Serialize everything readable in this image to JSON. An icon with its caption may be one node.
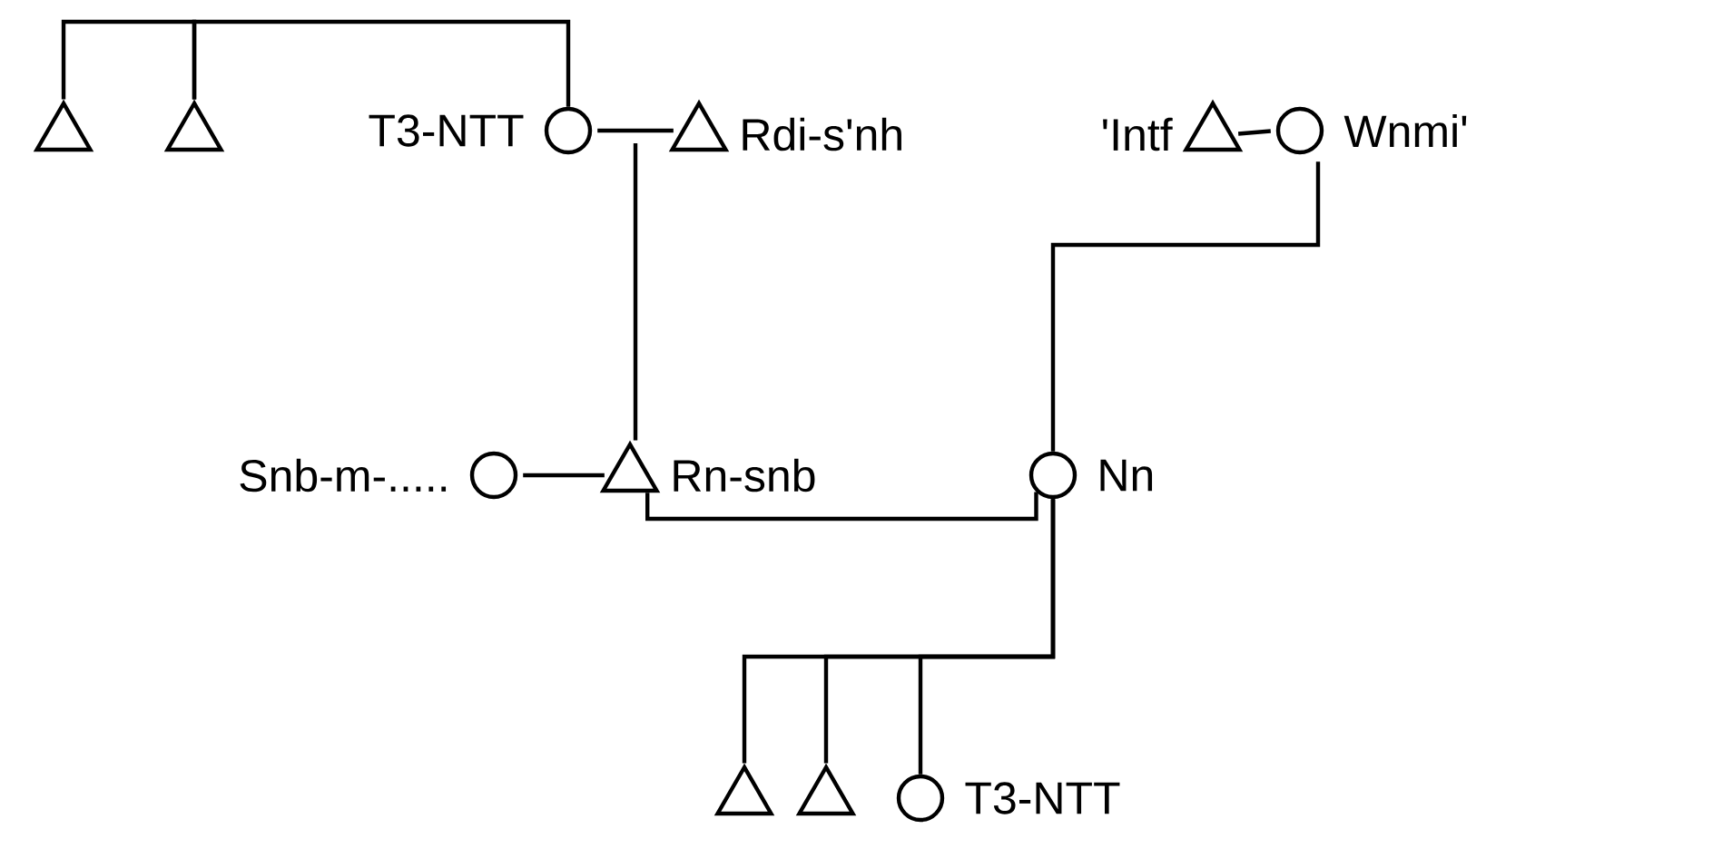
{
  "diagram": {
    "nodes": [
      {
        "text": [],
        "shape": "triangle"
      },
      {
        "text": [],
        "shape": "triangle"
      },
      {
        "text": [],
        "shape": "circle",
        "beside": [
          "T3-NTT"
        ]
      },
      {
        "text": [],
        "shape": "triangle",
        "beside": [
          "Rdi-s'nh"
        ]
      },
      {
        "text": [],
        "shape": "triangle",
        "beside": [
          "'Intf"
        ]
      },
      {
        "text": [],
        "shape": "circle",
        "beside": [
          "Wnmi'"
        ]
      },
      {
        "text": [],
        "shape": "circle",
        "beside": [
          "Snb-m-....."
        ]
      },
      {
        "text": [],
        "shape": "triangle",
        "beside": [
          "Rn-snb"
        ]
      },
      {
        "text": [],
        "shape": "circle",
        "beside": [
          "Nn"
        ]
      },
      {
        "text": [],
        "shape": "triangle"
      },
      {
        "text": [],
        "shape": "triangle"
      },
      {
        "text": [],
        "shape": "circle",
        "beside": [
          "T3-NTT"
        ]
      }
    ],
    "edges": [
      {
        "from": 0,
        "to": 1,
        "arrow": "none"
      },
      {
        "from": 1,
        "to": 2,
        "arrow": "none"
      },
      {
        "from": 2,
        "to": 3,
        "arrow": "none"
      },
      {
        "from": 3,
        "to": 7,
        "arrow": "none"
      },
      {
        "from": 4,
        "to": 5,
        "arrow": "none"
      },
      {
        "from": 5,
        "to": 8,
        "arrow": "none"
      },
      {
        "from": 6,
        "to": 7,
        "arrow": "none"
      },
      {
        "from": 7,
        "to": 8,
        "arrow": "none"
      },
      {
        "from": 8,
        "to": 9,
        "arrow": "none"
      },
      {
        "from": 8,
        "to": 10,
        "arrow": "none"
      },
      {
        "from": 8,
        "to": 11,
        "arrow": "none"
      }
    ]
  }
}
